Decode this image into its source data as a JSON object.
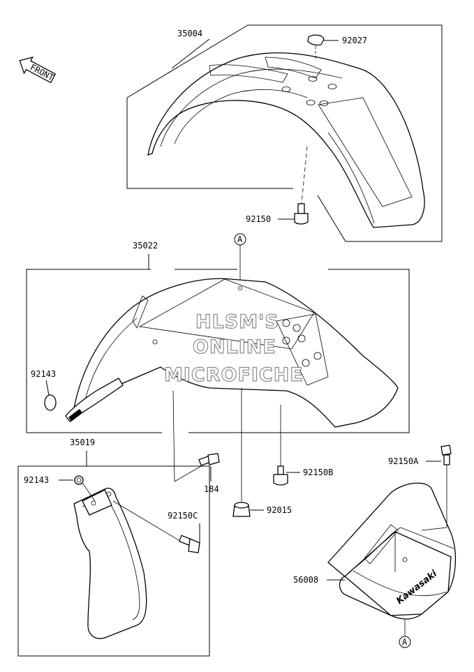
{
  "front_arrow": {
    "label": "FRONT"
  },
  "callouts": {
    "p35004": "35004",
    "p92027": "92027",
    "p92150_top": "92150",
    "p35022": "35022",
    "p92143_a": "92143",
    "p35019": "35019",
    "p92143_b": "92143",
    "p184": "184",
    "p92150B": "92150B",
    "p92150C": "92150C",
    "p92015": "92015",
    "p92150A": "92150A",
    "p56008": "56008"
  },
  "reference_marks": {
    "top": "A",
    "bottom": "A"
  },
  "watermark": {
    "line1": "HLSM'S",
    "line2": "ONLINE",
    "line3": "MICROFICHE"
  },
  "box_logo": {
    "text": "Kawasaki"
  }
}
